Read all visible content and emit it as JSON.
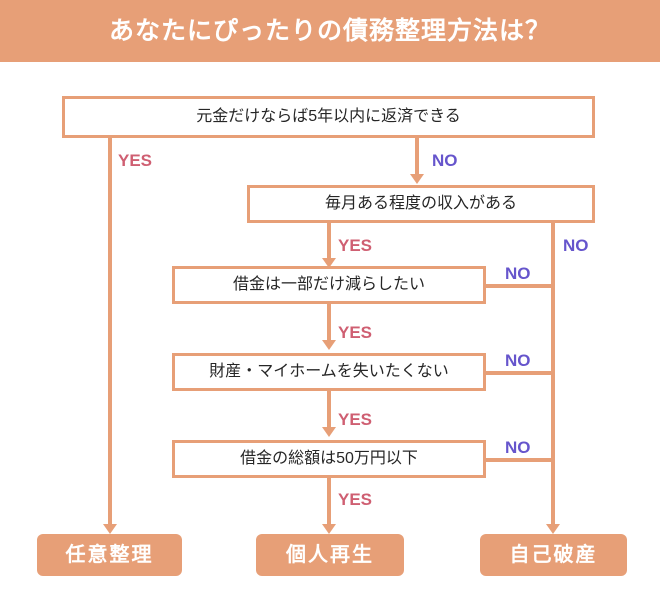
{
  "header": {
    "title": "あなたにぴったりの債務整理方法は？",
    "background_color": "#e79f77",
    "text_color": "#ffffff"
  },
  "theme": {
    "accent_color": "#e79f77",
    "yes_color": "#cf5f72",
    "no_color": "#6655cc",
    "box_text_color": "#262626",
    "page_background": "#ffffff"
  },
  "flowchart": {
    "type": "decision-flowchart",
    "questions": [
      {
        "id": "q1",
        "text": "元金だけならば5年以内に返済できる"
      },
      {
        "id": "q2",
        "text": "毎月ある程度の収入がある"
      },
      {
        "id": "q3",
        "text": "借金は一部だけ減らしたい"
      },
      {
        "id": "q4",
        "text": "財産・マイホームを失いたくない"
      },
      {
        "id": "q5",
        "text": "借金の総額は50万円以下"
      }
    ],
    "results": [
      {
        "id": "r1",
        "text": "任意整理"
      },
      {
        "id": "r2",
        "text": "個人再生"
      },
      {
        "id": "r3",
        "text": "自己破産"
      }
    ],
    "branch_labels": {
      "yes": "YES",
      "no": "NO"
    },
    "edges": [
      {
        "from": "q1",
        "answer": "YES",
        "to": "r1"
      },
      {
        "from": "q1",
        "answer": "NO",
        "to": "q2"
      },
      {
        "from": "q2",
        "answer": "YES",
        "to": "q3"
      },
      {
        "from": "q2",
        "answer": "NO",
        "to": "r3"
      },
      {
        "from": "q3",
        "answer": "YES",
        "to": "q4"
      },
      {
        "from": "q3",
        "answer": "NO",
        "to": "r3"
      },
      {
        "from": "q4",
        "answer": "YES",
        "to": "q5"
      },
      {
        "from": "q4",
        "answer": "NO",
        "to": "r3"
      },
      {
        "from": "q5",
        "answer": "YES",
        "to": "r2"
      },
      {
        "from": "q5",
        "answer": "NO",
        "to": "r3"
      }
    ],
    "labels": {
      "q1_yes": "YES",
      "q1_no": "NO",
      "q2_yes": "YES",
      "q2_no": "NO",
      "q3_yes": "YES",
      "q3_no": "NO",
      "q4_yes": "YES",
      "q4_no": "NO",
      "q5_yes": "YES",
      "q5_no": "NO"
    }
  }
}
